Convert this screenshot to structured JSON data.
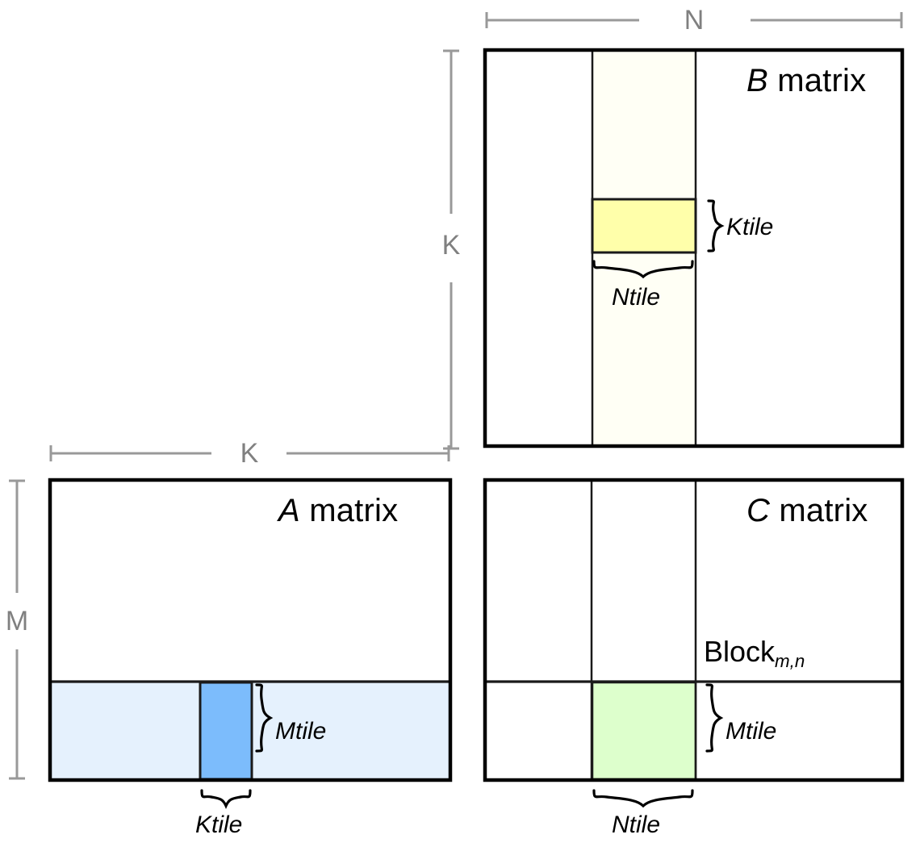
{
  "figure": {
    "title_semantic": "blocked-matrix-multiplication-tiling-diagram",
    "colors": {
      "outline": "#000000",
      "gridline": "#1a1a1a",
      "dimension_line": "#999999",
      "dimension_text": "#808080",
      "b_column_strip": "#fffff5",
      "b_ktile": "#ffffaa",
      "a_row_strip": "#e5f1fd",
      "a_ktile": "#7cbcfc",
      "c_ntile": "#ddffcc",
      "background": "#ffffff"
    }
  },
  "matrices": {
    "a": {
      "var": "A",
      "name": " matrix",
      "dim_left": "M",
      "dim_top": "K",
      "tile_width_label": "Ktile",
      "tile_height_label": "Mtile"
    },
    "b": {
      "var": "B",
      "name": " matrix",
      "dim_top": "N",
      "dim_left": "K",
      "tile_height_label": "Ktile",
      "tile_width_label": "Ntile"
    },
    "c": {
      "var": "C",
      "name": " matrix",
      "block_label": "Block",
      "block_subscript": "m,n",
      "tile_height_label": "Mtile",
      "tile_width_label": "Ntile"
    }
  }
}
